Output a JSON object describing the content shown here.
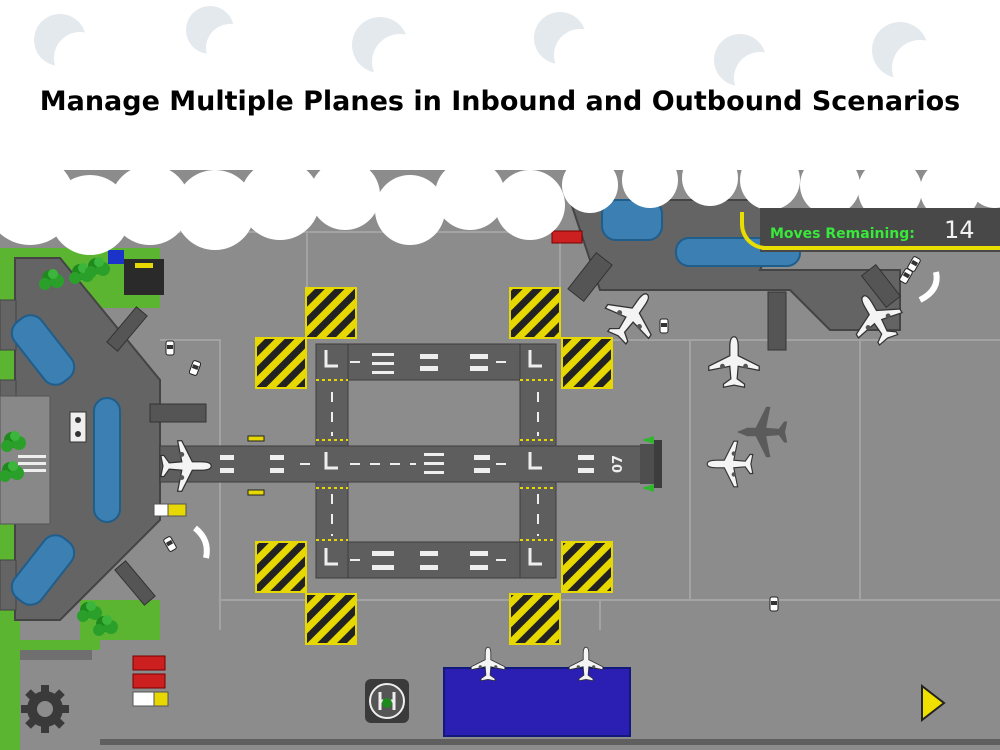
{
  "headline": "Manage Multiple Planes in Inbound and Outbound Scenarios",
  "hud": {
    "moves_label": "Moves Remaining:",
    "moves_value": "14"
  },
  "runway": {
    "number": "07"
  },
  "controls": {
    "settings_icon": "gear-icon",
    "play_icon": "play-triangle-icon",
    "helipad_icon": "helipad-icon"
  },
  "colors": {
    "hud_label": "#38e83a",
    "hud_line": "#e8de00",
    "hangar": "#2b1fb3",
    "caution_stripes": "#e8de00",
    "grass": "#5cb531"
  }
}
